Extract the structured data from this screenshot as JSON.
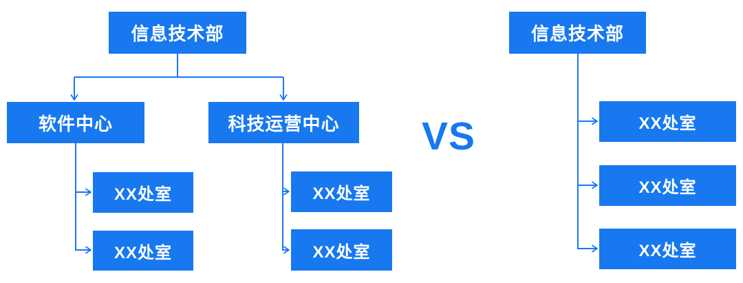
{
  "colors": {
    "accent": "#1778F0",
    "node_text": "#FFFFFF",
    "background": "#FFFFFF"
  },
  "left_chart": {
    "root": "信息技术部",
    "branches": [
      {
        "label": "软件中心",
        "children": [
          "XX处室",
          "XX处室"
        ]
      },
      {
        "label": "科技运营中心",
        "children": [
          "XX处室",
          "XX处室"
        ]
      }
    ]
  },
  "divider": {
    "label": "VS"
  },
  "right_chart": {
    "root": "信息技术部",
    "children": [
      "XX处室",
      "XX处室",
      "XX处室"
    ]
  }
}
